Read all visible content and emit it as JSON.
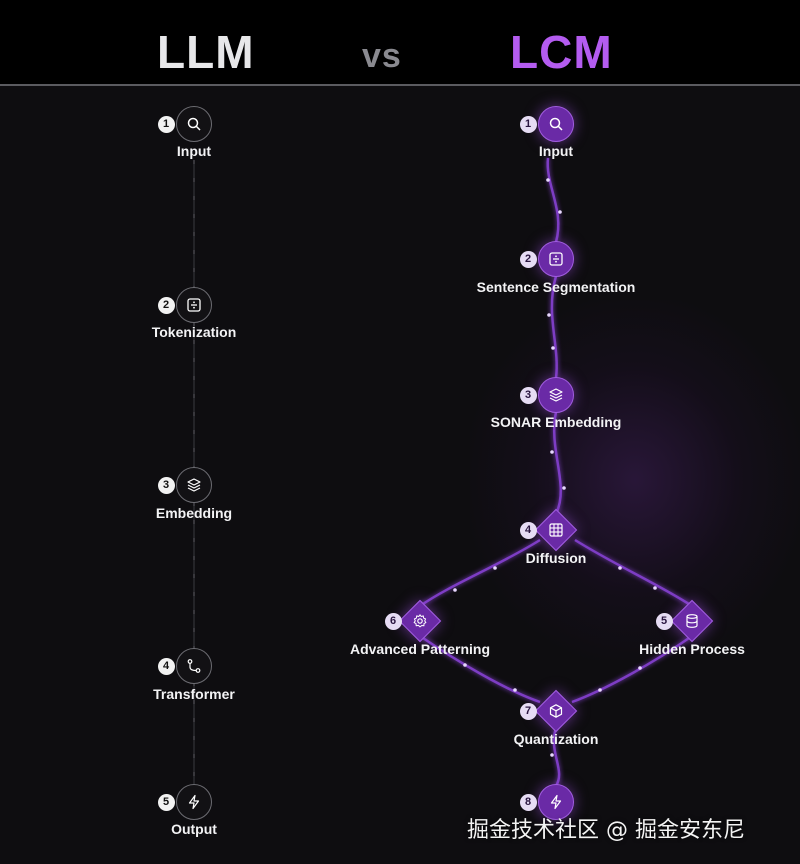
{
  "header": {
    "left_title": "LLM",
    "vs": "vs",
    "right_title": "LCM"
  },
  "colors": {
    "lcm_accent": "#b45cf0",
    "lcm_node": "#6a2aa6",
    "llm_line": "#6c6c72"
  },
  "llm": {
    "steps": [
      {
        "num": "1",
        "label": "Input",
        "icon": "search-icon"
      },
      {
        "num": "2",
        "label": "Tokenization",
        "icon": "divide-icon"
      },
      {
        "num": "3",
        "label": "Embedding",
        "icon": "layers-icon"
      },
      {
        "num": "4",
        "label": "Transformer",
        "icon": "git-branch-icon"
      },
      {
        "num": "5",
        "label": "Output",
        "icon": "lightning-icon"
      }
    ]
  },
  "lcm": {
    "steps": [
      {
        "num": "1",
        "label": "Input",
        "icon": "search-icon"
      },
      {
        "num": "2",
        "label": "Sentence Segmentation",
        "icon": "divide-icon"
      },
      {
        "num": "3",
        "label": "SONAR Embedding",
        "icon": "layers-icon"
      },
      {
        "num": "4",
        "label": "Diffusion",
        "icon": "grid-icon"
      },
      {
        "num": "6",
        "label": "Advanced Patterning",
        "icon": "gear-icon"
      },
      {
        "num": "5",
        "label": "Hidden Process",
        "icon": "database-icon"
      },
      {
        "num": "7",
        "label": "Quantization",
        "icon": "cube-icon"
      },
      {
        "num": "8",
        "label": "",
        "icon": "lightning-icon"
      }
    ]
  },
  "watermark": "掘金技术社区 @ 掘金安东尼"
}
